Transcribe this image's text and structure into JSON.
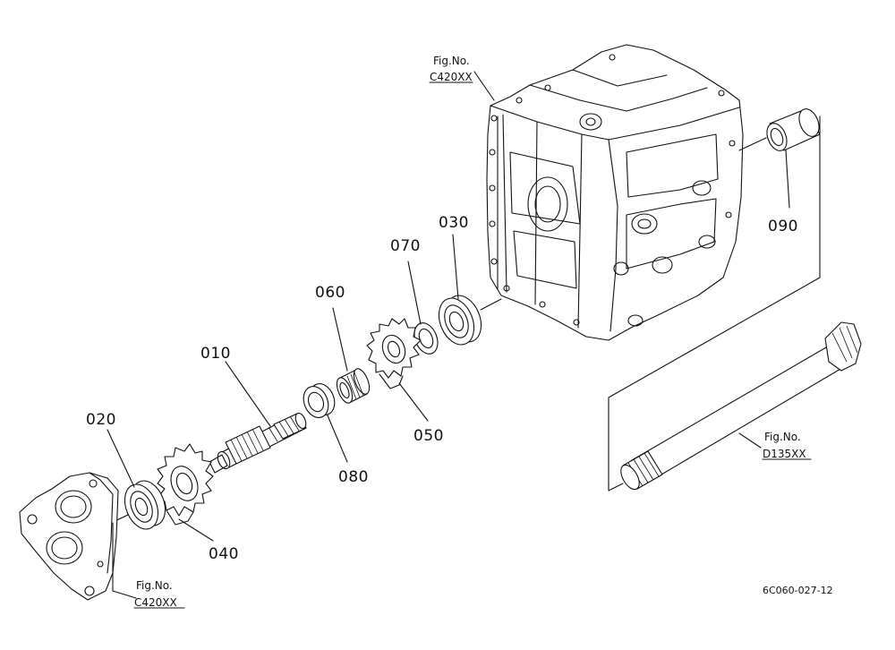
{
  "parts": {
    "p010": "010",
    "p020": "020",
    "p030": "030",
    "p040": "040",
    "p050": "050",
    "p060": "060",
    "p070": "070",
    "p080": "080",
    "p090": "090"
  },
  "references": {
    "case_top": {
      "line1": "Fig.No.",
      "line2": "C420XX"
    },
    "cover_bottom": {
      "line1": "Fig.No.",
      "line2": "C420XX"
    },
    "shaft_right": {
      "line1": "Fig.No.",
      "line2": "D135XX"
    }
  },
  "drawing_code": "6C060-027-12"
}
